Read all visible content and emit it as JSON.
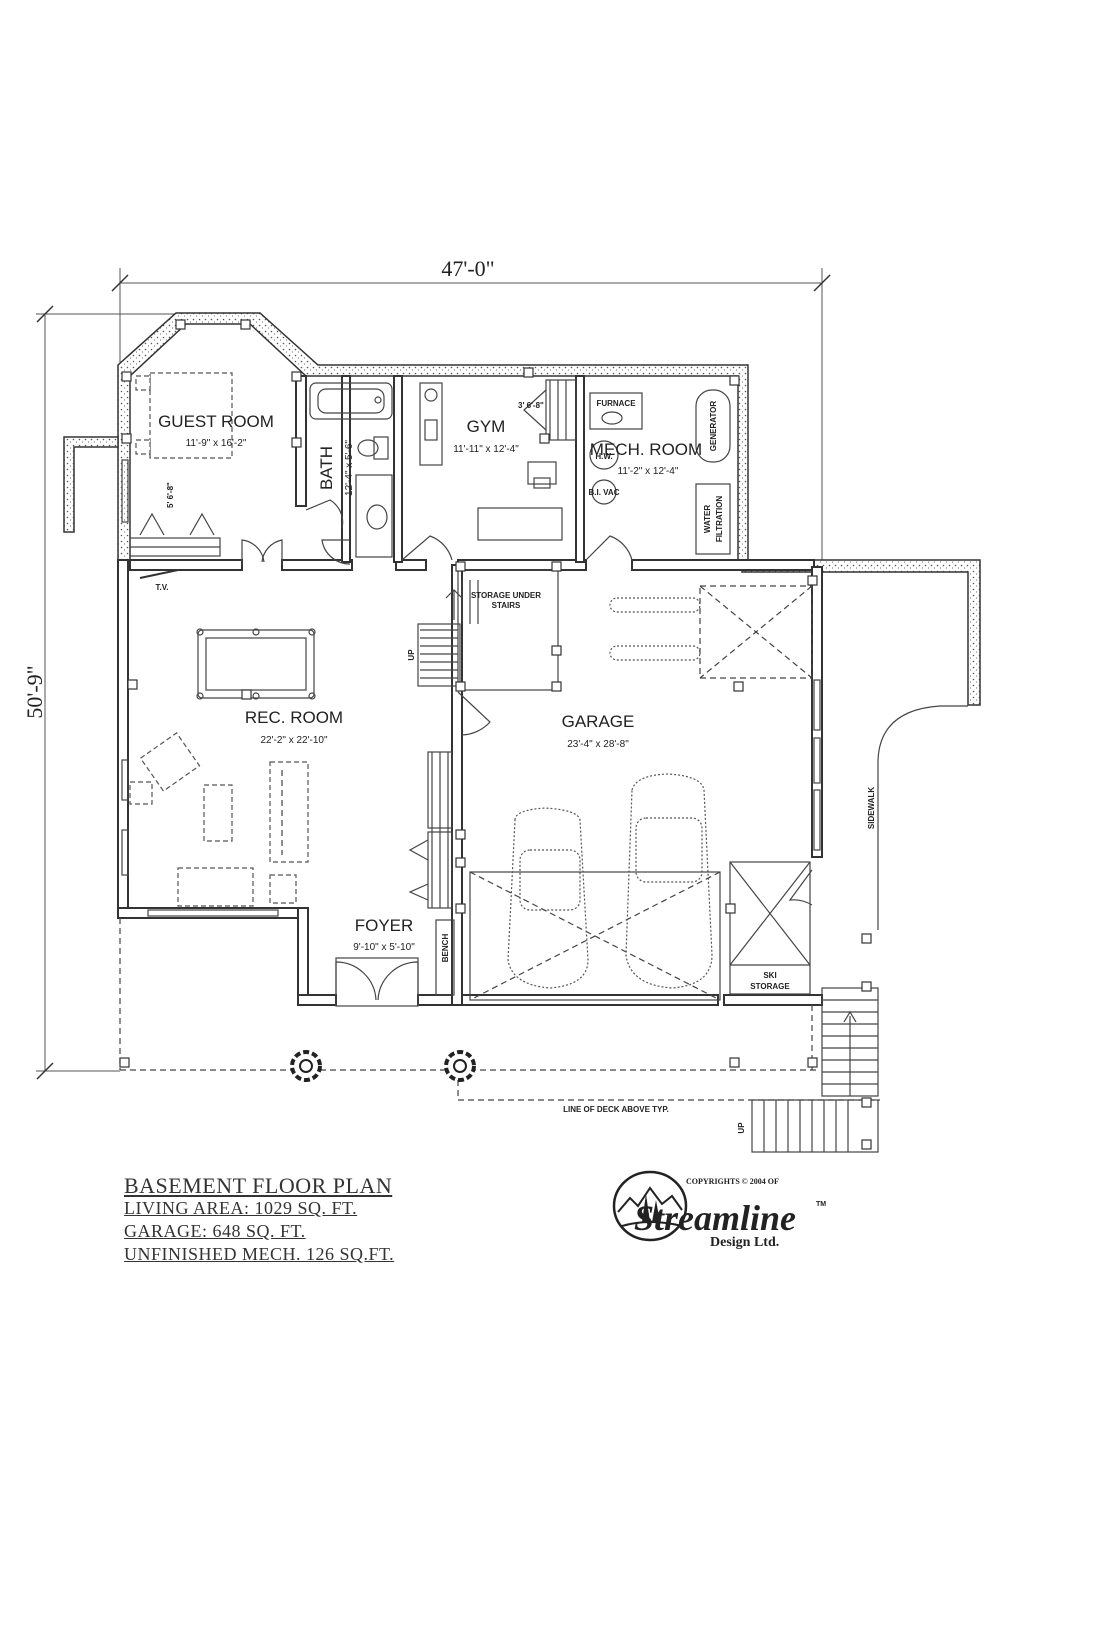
{
  "dimensions": {
    "width": "47'-0\"",
    "depth": "50'-9\""
  },
  "rooms": {
    "guest_room": {
      "name": "GUEST ROOM",
      "size": "11'-9\" x 16'-2\""
    },
    "bath": {
      "name": "BATH",
      "size": "12'-4\" x 5'-6\""
    },
    "gym": {
      "name": "GYM",
      "size": "11'-11\" x 12'-4\""
    },
    "mech_room": {
      "name": "MECH. ROOM",
      "size": "11'-2\" x 12'-4\""
    },
    "rec_room": {
      "name": "REC. ROOM",
      "size": "22'-2\" x 22'-10\""
    },
    "garage": {
      "name": "GARAGE",
      "size": "23'-4\" x 28'-8\""
    },
    "foyer": {
      "name": "FOYER",
      "size": "9'-10\" x 5'-10\""
    }
  },
  "labels": {
    "furnace": "FURNACE",
    "generator": "GENERATOR",
    "hot_water": "H.W.",
    "vacuum": "B.I. VAC",
    "water_filtration_1": "WATER",
    "water_filtration_2": "FILTRATION",
    "storage_under_stairs_1": "STORAGE UNDER",
    "storage_under_stairs_2": "STAIRS",
    "tv": "T.V.",
    "bench": "BENCH",
    "ski_storage_1": "SKI",
    "ski_storage_2": "STORAGE",
    "sidewalk": "SIDEWALK",
    "deck_line": "LINE OF DECK ABOVE TYP.",
    "up_stairs": "UP",
    "up_deck": "UP",
    "closet_dim": "5' 6'-8\"",
    "gym_closet_dim": "3' 6'-8\""
  },
  "legend": {
    "title": "BASEMENT FLOOR PLAN",
    "living": "LIVING AREA: 1029 SQ. FT.",
    "garage": "GARAGE: 648 SQ. FT.",
    "mech": "UNFINISHED MECH. 126 SQ.FT."
  },
  "logo": {
    "copyright": "COPYRIGHTS © 2004 OF",
    "brand": "Streamline",
    "tm": "TM",
    "sub": "Design Ltd."
  }
}
